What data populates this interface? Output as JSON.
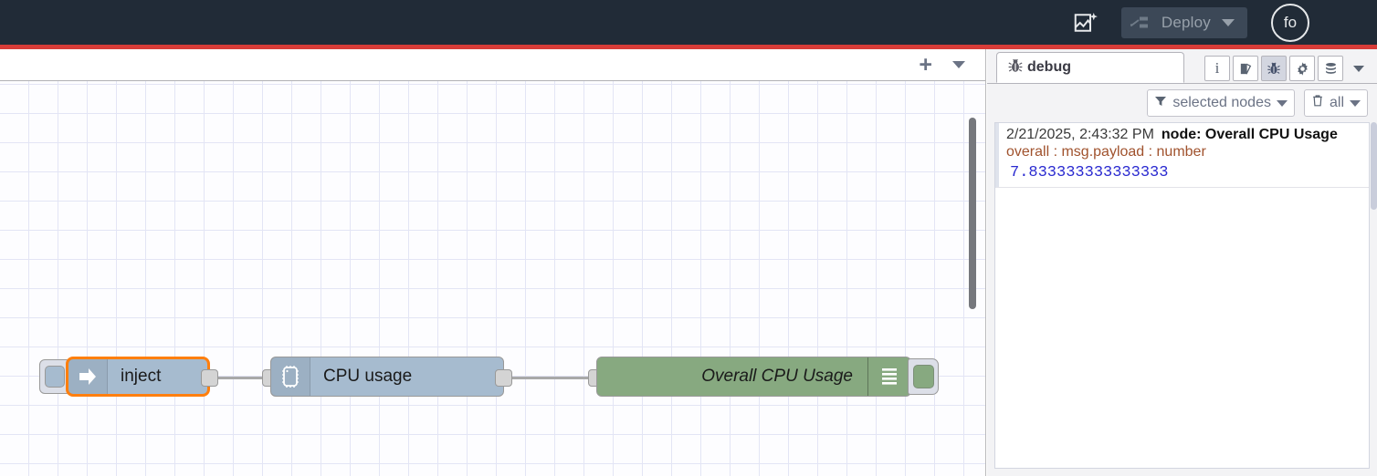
{
  "header": {
    "magic_icon": "image-sparkle-icon",
    "deploy_label": "Deploy",
    "deploy_icon": "deploy-icon",
    "deploy_caret": "chevron-down-icon",
    "user_initials": "fo",
    "menu_icon": "hamburger-menu-icon",
    "accent_color": "#d83c38",
    "background_color": "#212b37"
  },
  "workspace": {
    "add_tab_label": "+",
    "tab_menu_icon": "chevron-down-icon",
    "nodes": [
      {
        "id": "inject",
        "type": "inject",
        "label": "inject",
        "icon": "inject-arrow-icon",
        "color": "#a6bbcf",
        "selected": true,
        "selection_color": "#ff7f0e",
        "button": "inject-trigger-button"
      },
      {
        "id": "cpu-usage",
        "type": "cpu",
        "label": "CPU usage",
        "icon": "cpu-chip-icon",
        "color": "#a6bbcf",
        "selected": false
      },
      {
        "id": "overall-cpu-usage",
        "type": "debug",
        "label": "Overall CPU Usage",
        "icon": "debug-lines-icon",
        "color": "#87a980",
        "selected": false,
        "button": "debug-enable-toggle"
      }
    ]
  },
  "sidebar": {
    "active_tab": "debug",
    "tab_label": "debug",
    "tab_icon": "bug-icon",
    "tools": [
      {
        "name": "info-icon",
        "label": "i",
        "active": false
      },
      {
        "name": "help-book-icon",
        "label": "",
        "active": false
      },
      {
        "name": "bug-icon",
        "label": "",
        "active": true
      },
      {
        "name": "gear-icon",
        "label": "",
        "active": false
      },
      {
        "name": "context-data-icon",
        "label": "",
        "active": false
      }
    ],
    "tools_caret": "chevron-down-icon",
    "filters": {
      "node_filter_label": "selected nodes",
      "node_filter_icon": "funnel-icon",
      "clear_label": "all",
      "clear_icon": "trash-icon"
    },
    "messages": [
      {
        "timestamp": "2/21/2025, 2:43:32 PM",
        "node_label": "node: Overall CPU Usage",
        "topic": "overall : msg.payload : number",
        "value": "7.833333333333333",
        "value_color": "#2a2ad0",
        "topic_color": "#a0522d"
      }
    ]
  }
}
